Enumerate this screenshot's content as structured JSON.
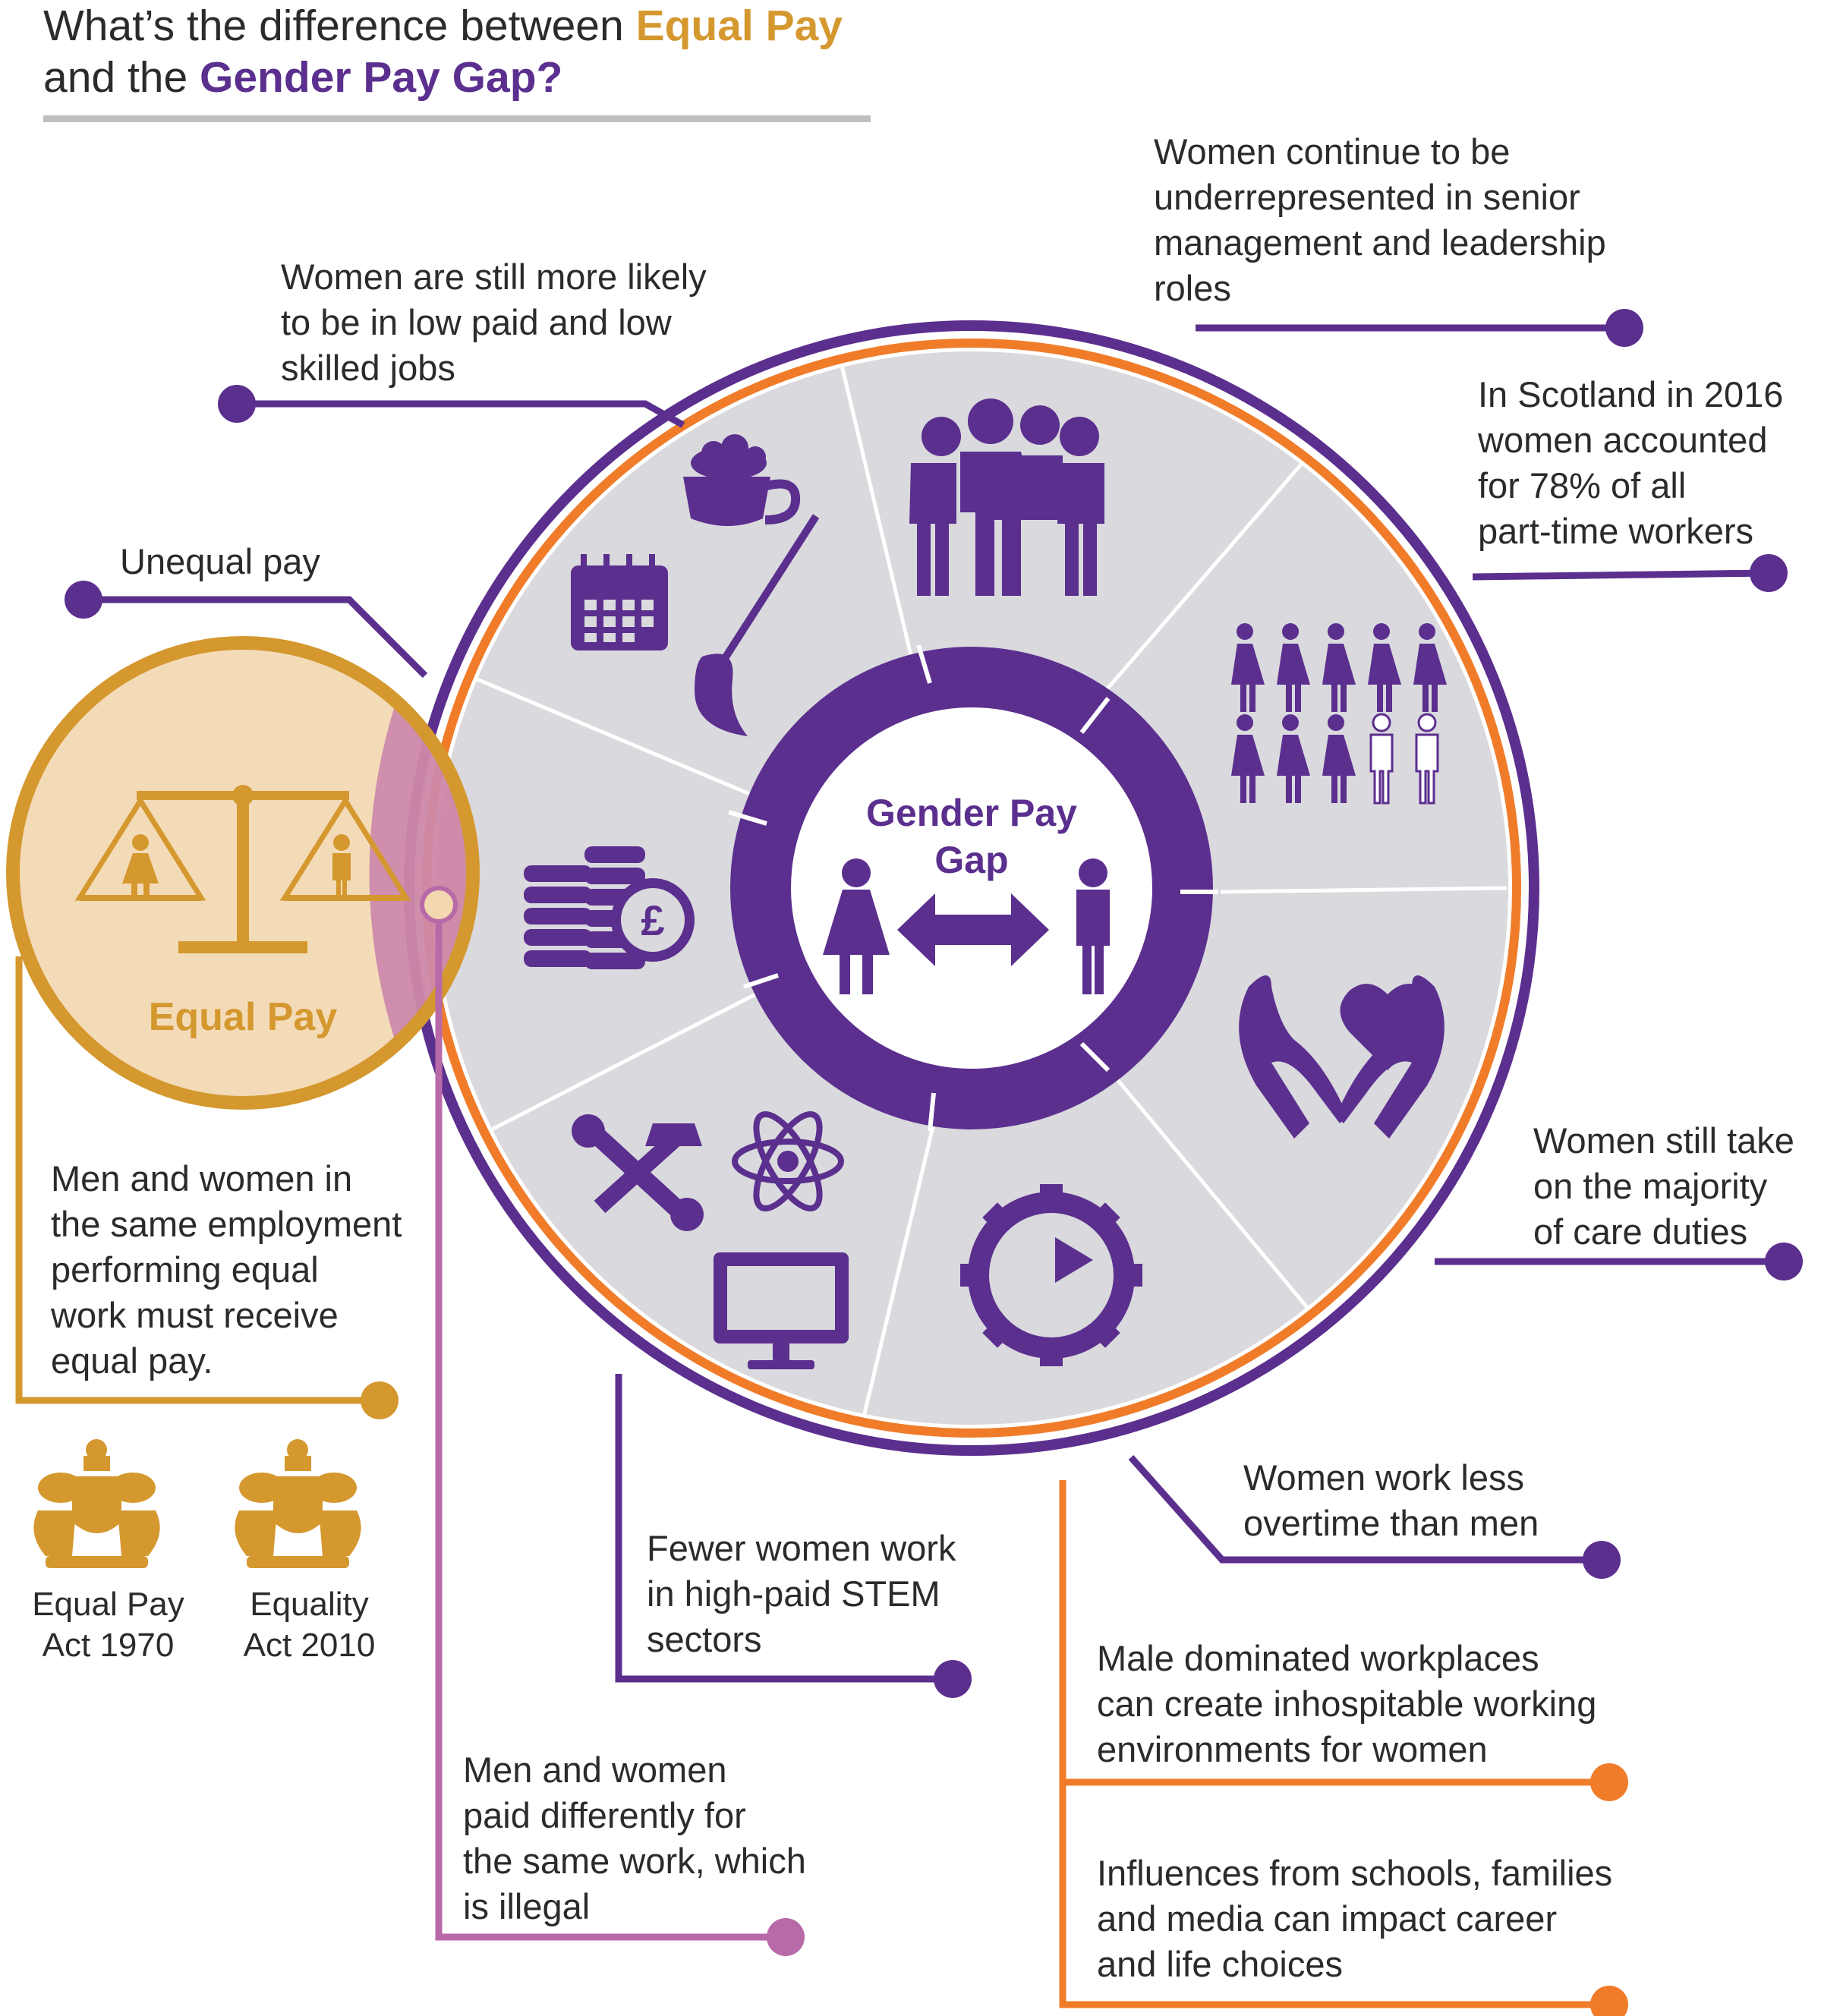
{
  "title": {
    "part1": "What’s the difference between ",
    "equal_pay": "Equal Pay",
    "part2": "and the ",
    "gender_pay_gap": "Gender Pay Gap?"
  },
  "center": {
    "line1": "Gender Pay",
    "line2": "Gap"
  },
  "equal_pay_circle": {
    "label": "Equal Pay"
  },
  "callouts": {
    "senior": [
      "Women continue to be",
      "underrepresented in senior",
      "management and leadership",
      "roles"
    ],
    "low_paid": [
      "Women are still more likely",
      "to be in low paid and low",
      "skilled jobs"
    ],
    "scotland": [
      "In Scotland in 2016",
      "women accounted",
      "for 78% of all",
      "part-time workers"
    ],
    "unequal_pay": [
      "Unequal pay"
    ],
    "care": [
      "Women still take",
      "on the majority",
      "of care duties"
    ],
    "equal_pay_def": [
      "Men and women in",
      "the same employment",
      "performing equal",
      "work must receive",
      "equal pay."
    ],
    "overtime": [
      "Women work less",
      "overtime than men"
    ],
    "stem": [
      "Fewer women work",
      "in high-paid STEM",
      "sectors"
    ],
    "male_dominated": [
      "Male dominated workplaces",
      "can create inhospitable working",
      "environments for women"
    ],
    "paid_differently": [
      "Men and women",
      "paid differently for",
      "the same work, which",
      "is illegal"
    ],
    "influences": [
      "Influences from schools, families",
      "and media can impact career",
      "and life choices"
    ]
  },
  "acts": [
    {
      "line1": "Equal Pay",
      "line2": "Act 1970"
    },
    {
      "line1": "Equality",
      "line2": "Act 2010"
    }
  ],
  "colors": {
    "purple": "#5b2f8e",
    "orange": "#f07c2a",
    "gold": "#d4982f",
    "light_gold": "#f3d7b0",
    "grey": "#d9d9de",
    "pink": "#b86aa8",
    "rule": "#bfbfbf"
  },
  "icons": [
    "coffee-cup-icon",
    "calendar-icon",
    "paintbrush-icon",
    "business-people-icon",
    "women-majority-icon",
    "heart-hands-icon",
    "clock-gear-icon",
    "computer-monitor-icon",
    "tools-icon",
    "atom-icon",
    "coins-pound-icon",
    "scales-icon",
    "woman-icon",
    "man-icon",
    "double-arrow-icon",
    "royal-crest-icon"
  ]
}
